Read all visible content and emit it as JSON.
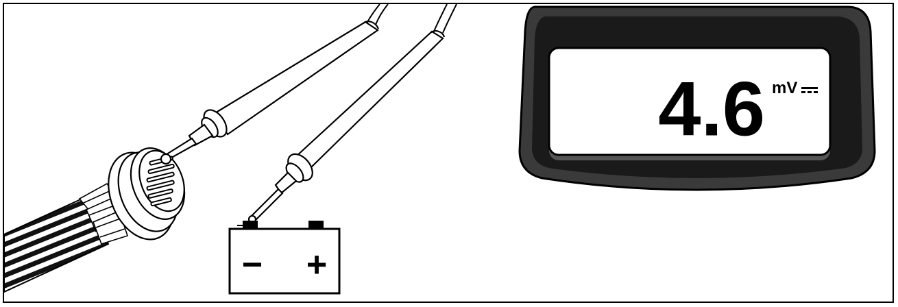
{
  "meter": {
    "reading": "4.6",
    "unit": "mV",
    "dc_symbol": "dc-voltage-symbol"
  },
  "battery": {
    "negative_label": "−",
    "positive_label": "+"
  },
  "colors": {
    "line": "#000000",
    "bezel_outer": "#3a3a3a",
    "bezel_inner": "#1a1a1a",
    "screen": "#ffffff"
  }
}
